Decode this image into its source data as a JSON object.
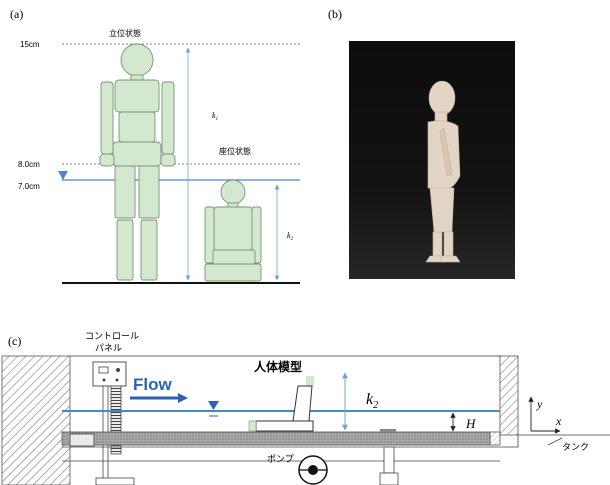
{
  "panel_a": {
    "label": "(a)",
    "standing_label": "立位状態",
    "seated_label": "座位状態",
    "level_15": "15cm",
    "level_8": "8.0cm",
    "level_7": "7.0cm",
    "k1": "k",
    "k1_sub": "1",
    "k2": "k",
    "k2_sub": "2"
  },
  "panel_b": {
    "label": "(b)"
  },
  "panel_c": {
    "label": "(c)",
    "control_panel_line1": "コントロール",
    "control_panel_line2": "パネル",
    "flow": "Flow",
    "model": "人体模型",
    "k2": "k",
    "k2_sub": "2",
    "h": "H",
    "y": "y",
    "x": "x",
    "tank": "タンク",
    "pump": "ポンプ"
  },
  "colors": {
    "figure_fill": "#d3e8cf",
    "figure_stroke": "#7a9478",
    "water_line": "#4a87c5",
    "flow_arrow": "#2f62ad",
    "guide_line": "#a8c8e6"
  }
}
